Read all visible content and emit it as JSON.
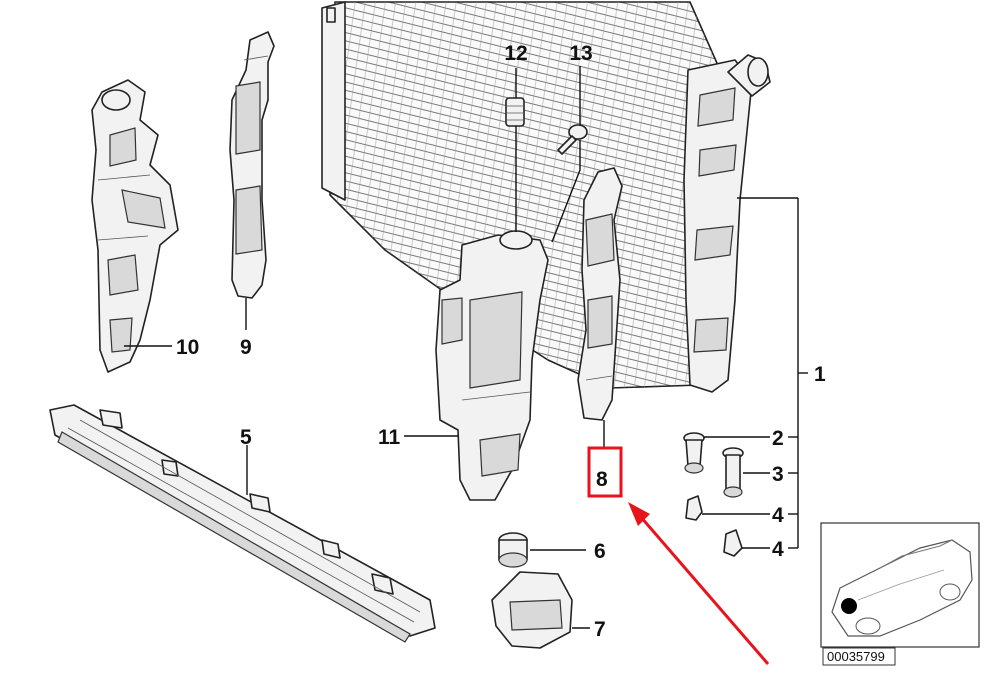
{
  "callouts": {
    "c1": "1",
    "c2": "2",
    "c3": "3",
    "c4a": "4",
    "c4b": "4",
    "c5": "5",
    "c6": "6",
    "c7": "7",
    "c8": "8",
    "c9": "9",
    "c10": "10",
    "c11": "11",
    "c12": "12",
    "c13": "13"
  },
  "thumbnail": {
    "code": "00035799"
  },
  "highlight": {
    "target": "8",
    "box_color": "#e8141c",
    "arrow_color": "#e8141c"
  }
}
